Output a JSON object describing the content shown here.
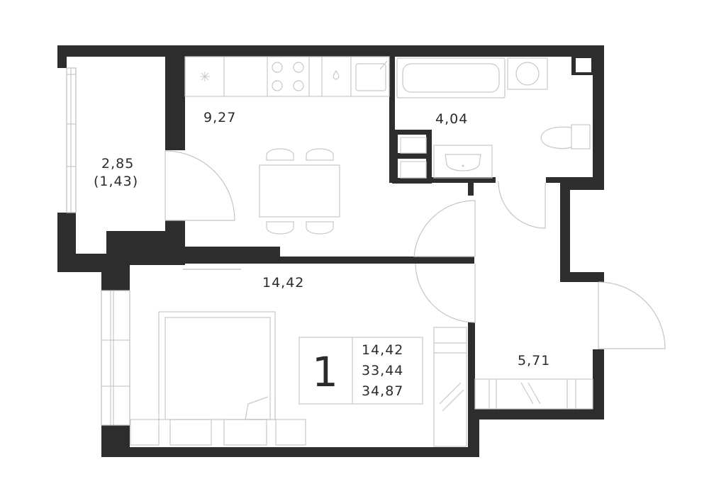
{
  "rooms": {
    "kitchen_area": "9,27",
    "bathroom_area": "4,04",
    "balcony_area": "2,85",
    "balcony_area_reduced": "(1,43)",
    "living_area": "14,42",
    "hall_area": "5,71"
  },
  "info": {
    "room_count": "1",
    "living_area": "14,42",
    "total_area": "33,44",
    "total_area_with_balcony": "34,87"
  }
}
